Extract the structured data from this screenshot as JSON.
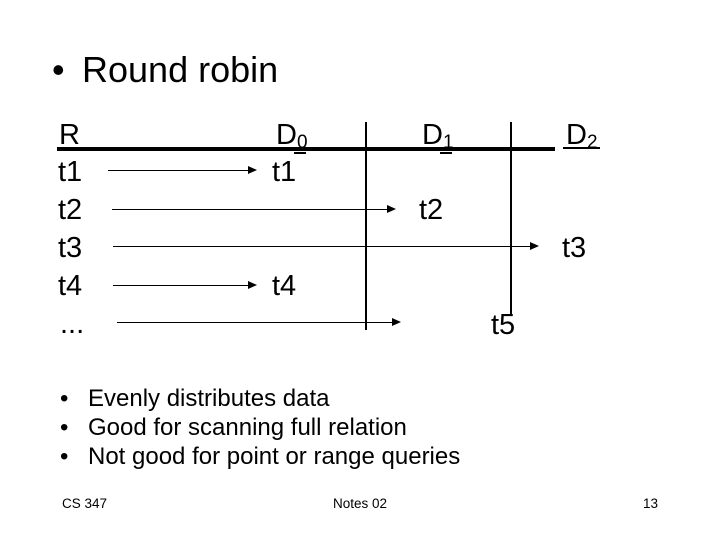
{
  "title": {
    "bullet": "•",
    "text": "Round robin"
  },
  "diagram": {
    "relation_label": "R",
    "disks": [
      {
        "base": "D",
        "sub": "0"
      },
      {
        "base": "D",
        "sub": "1"
      },
      {
        "base": "D",
        "sub": "2"
      }
    ],
    "tuples": [
      "t1",
      "t2",
      "t3",
      "t4",
      "..."
    ],
    "placements": [
      "t1",
      "t2",
      "t3",
      "t4",
      "t5"
    ]
  },
  "bullets": {
    "marker": "•",
    "items": [
      "Evenly distributes data",
      "Good for scanning full relation",
      "Not good for point or range queries"
    ]
  },
  "footer": {
    "course": "CS 347",
    "notes": "Notes 02",
    "page": "13"
  }
}
